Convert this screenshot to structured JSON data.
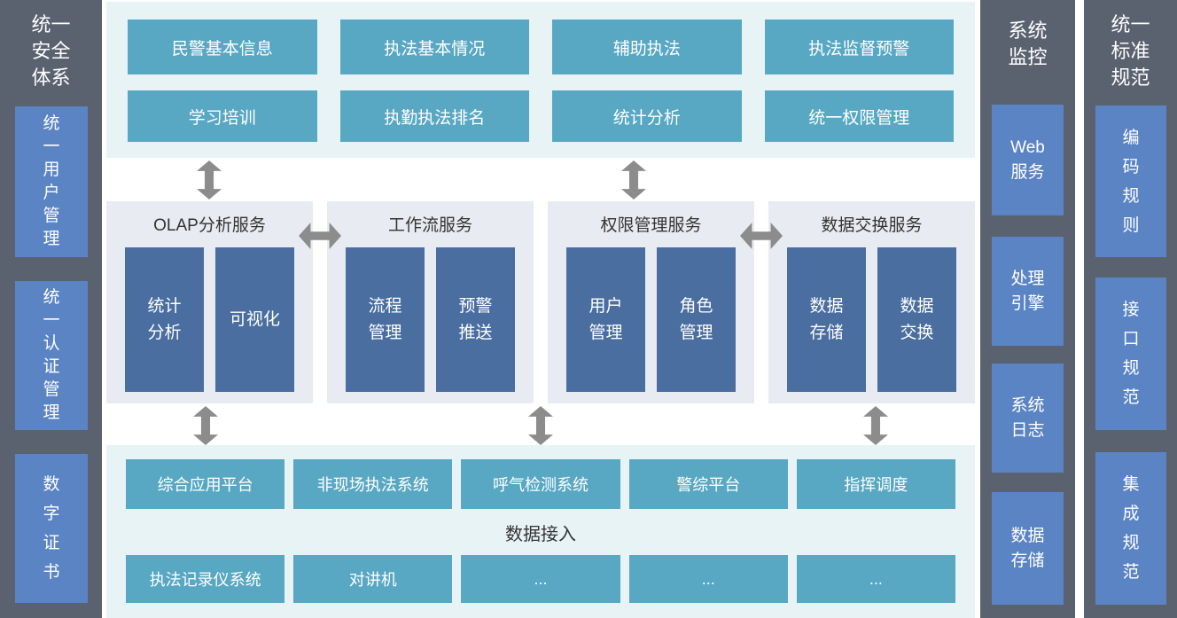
{
  "left_sidebar": {
    "title": "统一\n安全\n体系",
    "items": [
      "统\n一\n用\n户\n管\n理",
      "统\n一\n认\n证\n管\n理",
      "数\n字\n证\n书"
    ]
  },
  "application_layer": {
    "items": [
      "民警基本信息",
      "执法基本情况",
      "辅助执法",
      "执法监督预警",
      "学习培训",
      "执勤执法排名",
      "统计分析",
      "统一权限管理"
    ]
  },
  "service_layer": {
    "panels": [
      {
        "title": "OLAP分析服务",
        "items": [
          "统计\n分析",
          "可视化"
        ]
      },
      {
        "title": "工作流服务",
        "items": [
          "流程\n管理",
          "预警\n推送"
        ]
      },
      {
        "title": "权限管理服务",
        "items": [
          "用户\n管理",
          "角色\n管理"
        ]
      },
      {
        "title": "数据交换服务",
        "items": [
          "数据\n存储",
          "数据\n交换"
        ]
      }
    ]
  },
  "access_layer": {
    "systems": [
      "综合应用平台",
      "非现场执法系统",
      "呼气检测系统",
      "警综平台",
      "指挥调度"
    ],
    "label": "数据接入",
    "devices": [
      "执法记录仪系统",
      "对讲机",
      "...",
      "...",
      "..."
    ]
  },
  "monitor_column": {
    "title": "系统\n监控",
    "items": [
      "Web\n服务",
      "处理\n引擎",
      "系统\n日志",
      "数据\n存储"
    ]
  },
  "standards_column": {
    "title": "统一\n标准\n规范",
    "items": [
      "编\n码\n规\n则",
      "接\n口\n规\n范",
      "集\n成\n规\n范"
    ]
  },
  "colors": {
    "sidebar_bg": "#5a6270",
    "sidebar_box_blue": "#5b84c5",
    "section_bg_cyan": "#e8f3f6",
    "panel_bg_lavender": "#e9ebf2",
    "teal_box": "#58a7c3",
    "dark_blue_box": "#4a6e9f",
    "arrow_gray": "#8c8c8c",
    "dark_text": "#333333",
    "box_text": "#ffffff"
  }
}
